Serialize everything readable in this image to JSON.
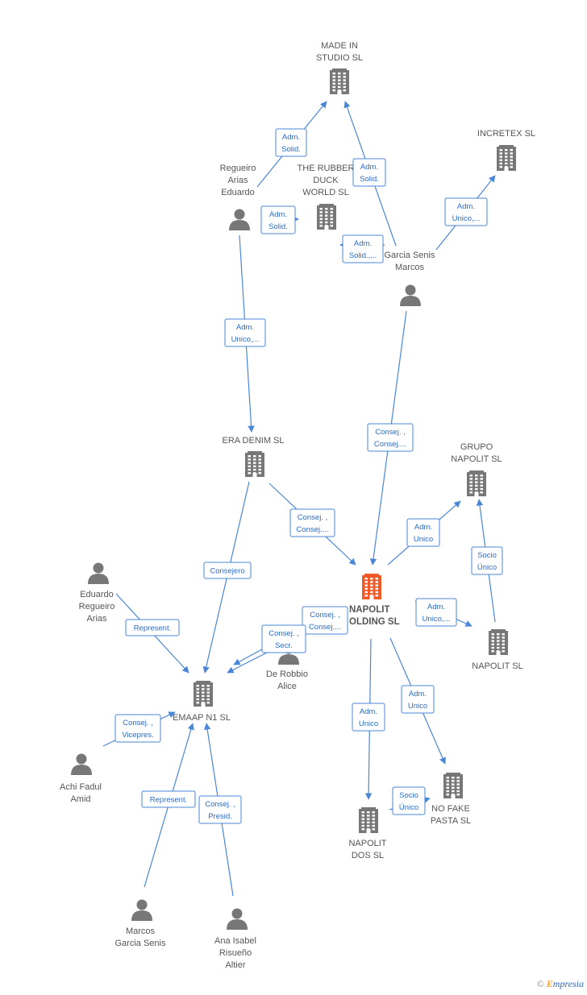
{
  "colors": {
    "edge": "#4a86d6",
    "company": "#777777",
    "focus_company": "#f05a28",
    "person": "#777777"
  },
  "nodes": [
    {
      "id": "made_in",
      "type": "company",
      "label_lines": [
        "MADE IN",
        "STUDIO  SL"
      ]
    },
    {
      "id": "incretex",
      "type": "company",
      "label_lines": [
        "INCRETEX  SL"
      ]
    },
    {
      "id": "regueiro",
      "type": "person",
      "label_lines": [
        "Regueiro",
        "Arias",
        "Eduardo"
      ]
    },
    {
      "id": "rubber",
      "type": "company",
      "label_lines": [
        "THE RUBBER",
        "DUCK",
        "WORLD  SL"
      ]
    },
    {
      "id": "garcia",
      "type": "person",
      "label_lines": [
        "Garcia Senis",
        "Marcos"
      ]
    },
    {
      "id": "era",
      "type": "company",
      "label_lines": [
        "ERA DENIM  SL"
      ]
    },
    {
      "id": "grupo",
      "type": "company",
      "label_lines": [
        "GRUPO",
        "NAPOLIT  SL"
      ]
    },
    {
      "id": "eduardo",
      "type": "person",
      "label_lines": [
        "Eduardo",
        "Regueiro",
        "Arias"
      ]
    },
    {
      "id": "holding",
      "type": "focus",
      "label_lines": [
        "NAPOLIT",
        "OLDING  SL"
      ]
    },
    {
      "id": "derobbio",
      "type": "person",
      "label_lines": [
        "De Robbio",
        "Alice"
      ]
    },
    {
      "id": "napolit",
      "type": "company",
      "label_lines": [
        "NAPOLIT  SL"
      ]
    },
    {
      "id": "emaap",
      "type": "company",
      "label_lines": [
        "EMAAP N1  SL"
      ]
    },
    {
      "id": "achi",
      "type": "person",
      "label_lines": [
        "Achi Fadul",
        "Amid"
      ]
    },
    {
      "id": "nofake",
      "type": "company",
      "label_lines": [
        "NO FAKE",
        "PASTA  SL"
      ]
    },
    {
      "id": "napolitdos",
      "type": "company",
      "label_lines": [
        "NAPOLIT",
        "DOS  SL"
      ]
    },
    {
      "id": "marcos",
      "type": "person",
      "label_lines": [
        "Marcos",
        "Garcia Senis"
      ]
    },
    {
      "id": "ana",
      "type": "person",
      "label_lines": [
        "Ana Isabel",
        "Risueño",
        "Altier"
      ]
    }
  ],
  "edges": [
    {
      "id": "e1",
      "label_lines": [
        "Adm.",
        "Solid."
      ]
    },
    {
      "id": "e2",
      "label_lines": [
        "Adm.",
        "Solid."
      ]
    },
    {
      "id": "e3",
      "label_lines": [
        "Adm.",
        "Solid."
      ]
    },
    {
      "id": "e4",
      "label_lines": [
        "Adm.",
        "Solid.,..."
      ]
    },
    {
      "id": "e5",
      "label_lines": [
        "Adm.",
        "Unico,..."
      ]
    },
    {
      "id": "e6",
      "label_lines": [
        "Adm.",
        "Unico,..."
      ]
    },
    {
      "id": "e7",
      "label_lines": [
        "Consej. ,",
        "Consej...."
      ]
    },
    {
      "id": "e8",
      "label_lines": [
        "Consej. ,",
        "Consej...."
      ]
    },
    {
      "id": "e9",
      "label_lines": [
        "Adm.",
        "Unico"
      ]
    },
    {
      "id": "e10",
      "label_lines": [
        "Socio",
        "Único"
      ]
    },
    {
      "id": "e11",
      "label_lines": [
        "Consejero"
      ]
    },
    {
      "id": "e12",
      "label_lines": [
        "Represent."
      ]
    },
    {
      "id": "e13",
      "label_lines": [
        "Consej. ,",
        "Consej...."
      ]
    },
    {
      "id": "e14",
      "label_lines": [
        "Consej. ,",
        "Secr."
      ]
    },
    {
      "id": "e15",
      "label_lines": [
        "Adm.",
        "Unico,..."
      ]
    },
    {
      "id": "e16",
      "label_lines": [
        "Adm.",
        "Unico"
      ]
    },
    {
      "id": "e17",
      "label_lines": [
        "Adm.",
        "Unico"
      ]
    },
    {
      "id": "e18",
      "label_lines": [
        "Socio",
        "Único"
      ]
    },
    {
      "id": "e19",
      "label_lines": [
        "Consej. ,",
        "Vicepres."
      ]
    },
    {
      "id": "e20",
      "label_lines": [
        "Represent."
      ]
    },
    {
      "id": "e21",
      "label_lines": [
        "Consej. ,",
        "Presid."
      ]
    }
  ],
  "footer": {
    "copyright": "©",
    "brand_initial": "E",
    "brand_rest": "mpresia"
  }
}
